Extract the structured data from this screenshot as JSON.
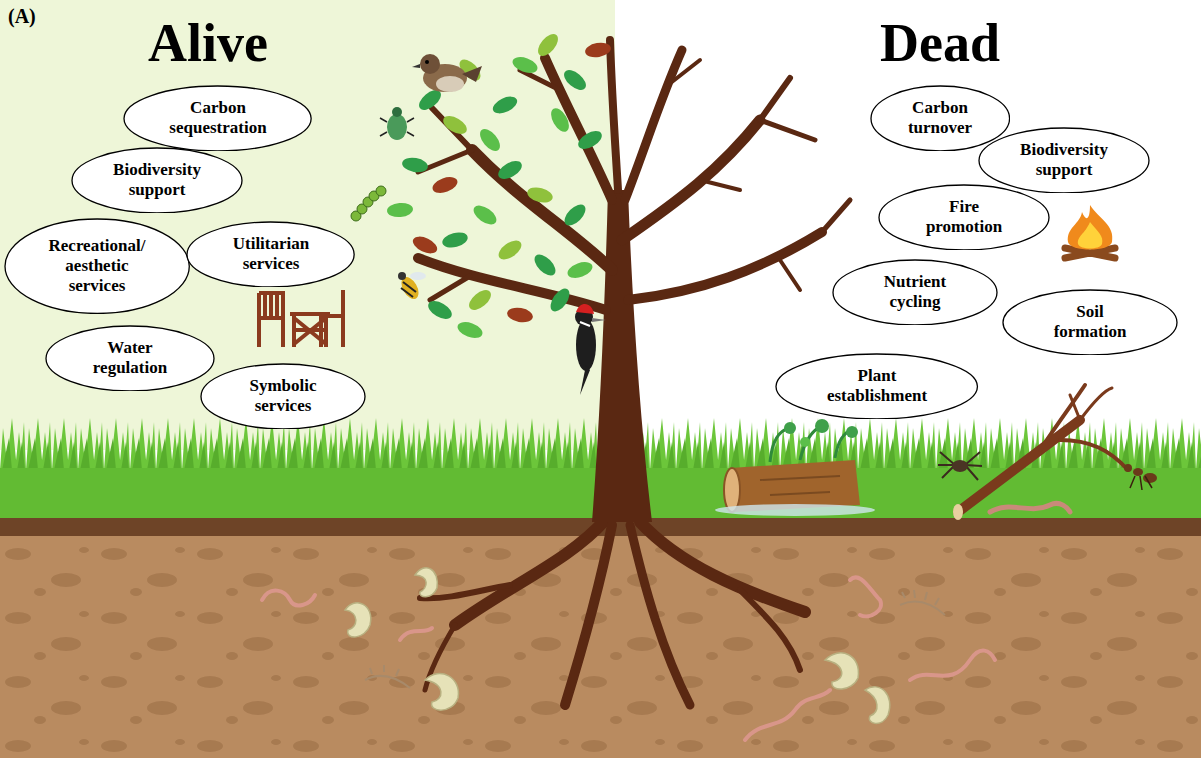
{
  "diagram": {
    "nodes": [
      {
        "text": [
          "Carbon sequestration"
        ]
      },
      {
        "text": [
          "Biodiversity support"
        ]
      },
      {
        "text": [
          "Recreational/ aesthetic services"
        ]
      },
      {
        "text": [
          "Utilitarian services"
        ]
      },
      {
        "text": [
          "Water regulation"
        ]
      },
      {
        "text": [
          "Symbolic services"
        ]
      },
      {
        "text": [
          "Carbon turnover"
        ]
      },
      {
        "text": [
          "Biodiversity support"
        ]
      },
      {
        "text": [
          "Fire promotion"
        ]
      },
      {
        "text": [
          "Nutrient cycling"
        ]
      },
      {
        "text": [
          "Soil formation"
        ]
      },
      {
        "text": [
          "Plant establishment"
        ]
      }
    ],
    "labels": [
      "(A)",
      "Alive",
      "Dead"
    ]
  }
}
